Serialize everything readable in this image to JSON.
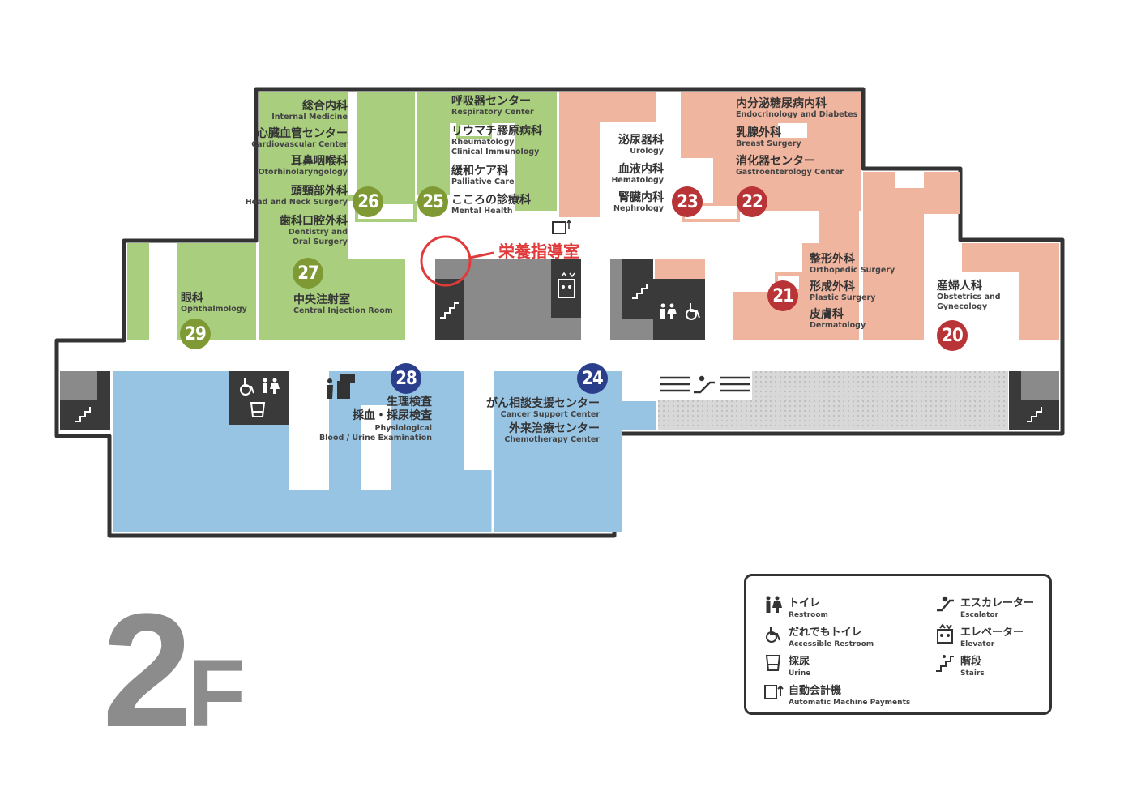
{
  "floor": {
    "number": "2",
    "suffix": "F"
  },
  "callout": {
    "label": "栄養指導室"
  },
  "rooms": [
    {
      "num": "20",
      "ja": "産婦人科",
      "en": [
        "Obstetrics and",
        "Gynecology"
      ]
    },
    {
      "num": "21",
      "ja": [
        "整形外科",
        "形成外科",
        "皮膚科"
      ],
      "en": [
        "Orthopedic Surgery",
        "Plastic Surgery",
        "Dermatology"
      ]
    },
    {
      "num": "22",
      "ja": [
        "内分泌糖尿病内科",
        "乳腺外科",
        "消化器センター"
      ],
      "en": [
        "Endocrinology and Diabetes",
        "Breast Surgery",
        "Gastroenterology Center"
      ]
    },
    {
      "num": "23",
      "ja": [
        "泌尿器科",
        "血液内科",
        "腎臓内科"
      ],
      "en": [
        "Urology",
        "Hematology",
        "Nephrology"
      ]
    },
    {
      "num": "24",
      "ja": [
        "がん相談支援センター",
        "外来治療センター"
      ],
      "en": [
        "Cancer Support Center",
        "Chemotherapy Center"
      ]
    },
    {
      "num": "25",
      "ja": [
        "呼吸器センター",
        "リウマチ膠原病科",
        "緩和ケア科",
        "こころの診療科"
      ],
      "en": [
        "Respiratory  Center",
        "Rheumatology",
        "Clinical Immunology",
        "Palliative Care",
        "Mental Health"
      ]
    },
    {
      "num": "26",
      "ja": [
        "総合内科",
        "心臓血管センター",
        "耳鼻咽喉科",
        "頭頸部外科",
        "歯科口腔外科"
      ],
      "en": [
        "Internal Medicine",
        "Cardiovascular Center",
        "Otorhinolaryngology",
        "Head and Neck Surgery",
        "Dentistry and",
        "Oral Surgery"
      ]
    },
    {
      "num": "27",
      "ja": "中央注射室",
      "en": "Central Injection Room"
    },
    {
      "num": "28",
      "ja": [
        "生理検査",
        "採血・採尿検査"
      ],
      "en": [
        "Physiological",
        "Blood / Urine Examination"
      ]
    },
    {
      "num": "29",
      "ja": "眼科",
      "en": "Ophthalmology"
    }
  ],
  "legend": [
    {
      "icon": "restroom-icon",
      "ja": "トイレ",
      "en": "Restroom"
    },
    {
      "icon": "accessible-restroom-icon",
      "ja": "だれでもトイレ",
      "en": "Accessible Restroom"
    },
    {
      "icon": "urine-cup-icon",
      "ja": "採尿",
      "en": "Urine"
    },
    {
      "icon": "payment-machine-icon",
      "ja": "自動会計機",
      "en": "Automatic Machine Payments"
    },
    {
      "icon": "escalator-icon",
      "ja": "エスカレーター",
      "en": "Escalator"
    },
    {
      "icon": "elevator-icon",
      "ja": "エレベーター",
      "en": "Elevator"
    },
    {
      "icon": "stairs-icon",
      "ja": "階段",
      "en": "Stairs"
    }
  ],
  "colors": {
    "green": "#a9cf7e",
    "red": "#f0b59f",
    "blue": "#98c4e4",
    "gray": "#8a8a8a",
    "dark": "#3a3a3a",
    "outline": "#333333",
    "accent_red": "#e03a3a"
  }
}
